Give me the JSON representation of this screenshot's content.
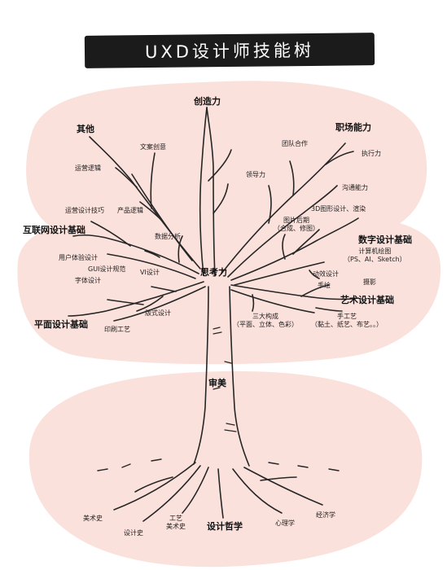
{
  "title": "UXD设计师技能树",
  "colors": {
    "background": "#ffffff",
    "blob": "#fbe1dc",
    "banner": "#1b1b1b",
    "ink": "#262626",
    "title_text": "#ffffff"
  },
  "labels": {
    "creativity": "创造力",
    "other": "其他",
    "copy_creativity": "文案创意",
    "ops_logic": "运营逻辑",
    "workplace": "职场能力",
    "teamwork": "团队合作",
    "execution": "执行力",
    "leadership": "领导力",
    "communication": "沟通能力",
    "ops_design_skill": "运营设计技巧",
    "product_logic": "产品逻辑",
    "internet_basics": "互联网设计基础",
    "data_analysis": "数据分析",
    "ux_design": "用户体验设计",
    "gui_spec": "GUI设计规范",
    "vi_design": "VI设计",
    "thinking": "思考力",
    "typeface_design": "字体设计",
    "layout_design": "版式设计",
    "graphic_basics": "平面设计基础",
    "print_process": "印刷工艺",
    "three_d_render": "3D图形设计、渲染",
    "photo_post_1": "图片后期",
    "photo_post_2": "（合成、修图）",
    "digital_basics": "数字设计基础",
    "computer_drawing_1": "计算机绘图",
    "computer_drawing_2": "（PS、AI、Sketch）",
    "motion_design": "动效设计",
    "hand_drawing": "手绘",
    "photography": "摄影",
    "art_basics": "艺术设计基础",
    "three_composition_1": "三大构成",
    "three_composition_2": "（平面、立体、色彩）",
    "handicraft_1": "手工艺",
    "handicraft_2": "（黏土、纸艺、布艺。。）",
    "aesthetics": "审美",
    "art_history": "美术史",
    "design_history": "设计史",
    "craft_1": "工艺",
    "craft_2": "美术史",
    "design_philosophy": "设计哲学",
    "psychology": "心理学",
    "economics": "经济学"
  }
}
